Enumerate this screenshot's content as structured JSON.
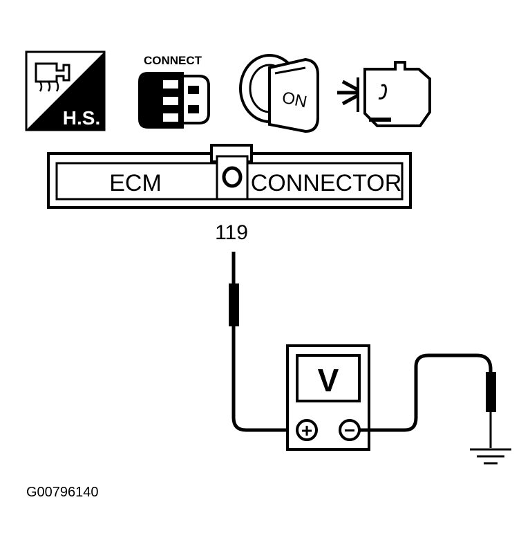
{
  "icons": {
    "hs_icon": {
      "text": "H.S.",
      "semantic": "heat-sink-icon"
    },
    "connect_icon": {
      "text": "CONNECT",
      "semantic": "connector-plug-icon"
    },
    "ignition_icon": {
      "text": "ON",
      "semantic": "ignition-key-icon"
    },
    "engine_icon": {
      "semantic": "engine-icon"
    }
  },
  "connector": {
    "left_label": "ECM",
    "right_label": "CONNECTOR"
  },
  "terminal": {
    "number": "119"
  },
  "meter": {
    "display": "V",
    "positive": "+",
    "negative": "−"
  },
  "figure_code": "G00796140",
  "colors": {
    "ink": "#000000",
    "paper": "#ffffff"
  }
}
